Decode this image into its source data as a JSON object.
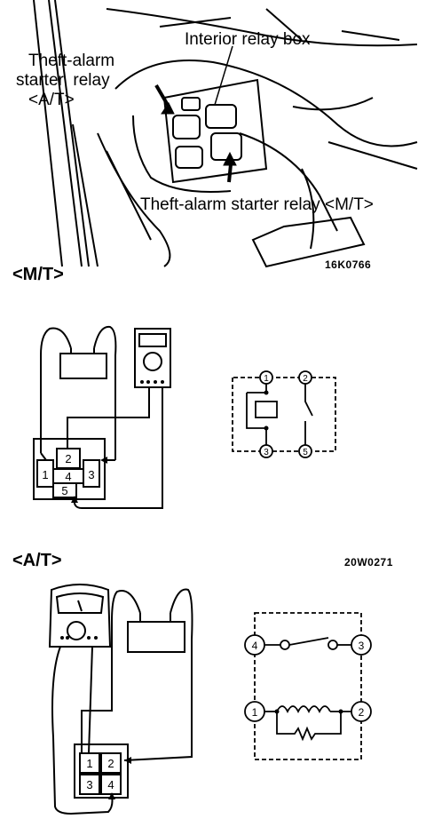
{
  "photo": {
    "label_interior_relay_box": "Interior relay box",
    "label_at_relay_line1": "Theft-alarm",
    "label_at_relay_line2": "starter  relay",
    "label_at_relay_line3": "<A/T>",
    "label_mt_relay": "Theft-alarm starter relay <M/T>",
    "code": "16K0766"
  },
  "mt": {
    "heading": "<M/T>",
    "terminals": [
      "1",
      "2",
      "3",
      "4",
      "5"
    ],
    "schematic_terminals": [
      "1",
      "2",
      "3",
      "5"
    ]
  },
  "at": {
    "heading": "<A/T>",
    "code": "20W0271",
    "terminals": [
      "1",
      "2",
      "3",
      "4"
    ],
    "schematic_terminals": [
      "4",
      "3",
      "1",
      "2"
    ]
  }
}
